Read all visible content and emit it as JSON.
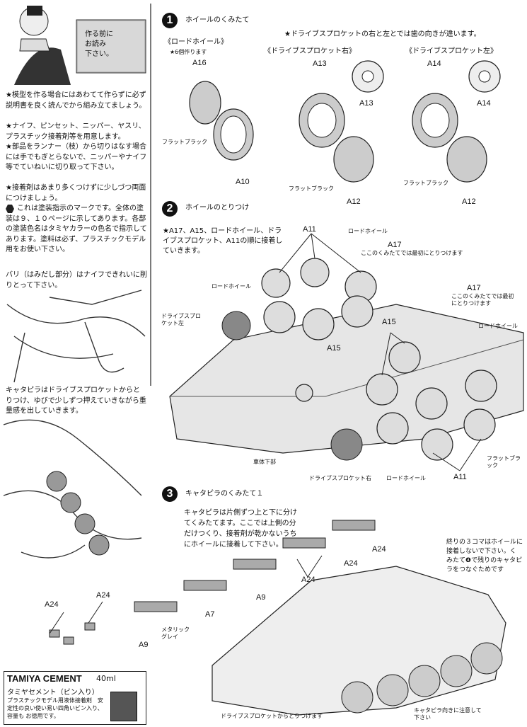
{
  "intro": {
    "sign_text": "作る前に\nお読み\n下さい。",
    "paragraphs": [
      "★模型を作る場合にはあわてて作らずに必ず説明書を良く読んでから組み立てましょう。",
      "★ナイフ、ピンセット、ニッパー、ヤスリ、プラスチック接着剤等を用意します。",
      "★部品をランナー（枝）から切りはなす場合には手でもぎとらないで、ニッパーやナイフ等でていねいに切り取って下さい。",
      "★接着剤はあまり多くつけずに少しづつ両面につけましょう。"
    ],
    "paint_note": "これは塗装指示のマークです。全体の塗装は９、１０ページに示してあります。各部の塗装色名はタミヤカラーの色名で指示してあります。塗料は必ず、プラスチックモデル用をお使い下さい。",
    "burr_note": "バリ（はみだし部分）はナイフできれいに削りとって下さい。",
    "track_note": "キャタピラはドライブスプロケットからとりつけ、ゆびで少しずつ押えていきながら重量感を出していきます。"
  },
  "cement": {
    "brand": "TAMIYA CEMENT",
    "size": "40ml",
    "name_jp": "タミヤセメント（ビン入り）",
    "description": "プラスチックモデル用液体接着剤　安定性の良い使い易い四角いビン入り、容量も お徳用です。"
  },
  "step1": {
    "number": "1",
    "title": "ホイールのくみたて",
    "note": "★ドライブスプロケットの右と左とでは歯の向きが違います。",
    "road_wheel_title": "《ロードホイール》",
    "road_wheel_sub": "★6個作ります",
    "sprocket_right": "《ドライブスプロケット右》",
    "sprocket_left": "《ドライブスプロケット左》",
    "parts": [
      "A16",
      "A10",
      "A13",
      "A13",
      "A12",
      "A14",
      "A14",
      "A12"
    ],
    "flat_black": "フラットブラック"
  },
  "step2": {
    "number": "2",
    "title": "ホイールのとりつけ",
    "instruction": "★A17、A15、ロードホイール、ドライブスプロケット、A11の順に接着していきます。",
    "parts": [
      "A11",
      "A17",
      "A15",
      "A15",
      "A17",
      "A11"
    ],
    "road_wheel": "ロードホイール",
    "a17_note1": "ここのくみたてでは最初にとりつけます",
    "a17_note2": "ここのくみたてでは最初にとりつけます",
    "sprocket_left": "ドライブスプロケット左",
    "sprocket_right": "ドライブスプロケット右",
    "hull_bottom": "車体下部",
    "flat_black": "フラットブラック"
  },
  "step3": {
    "number": "3",
    "title": "キャタピラのくみたて１",
    "instruction": "キャタピラは片側ずつ上と下に分けてくみたてます。ここでは上側の分だけつくり、接着剤が乾かないうちにホイールに接着して下さい。",
    "side_note": "終りの３コマはホイールに接着しないで下さい。くみたて❹で残りのキャタピラをつなぐためです",
    "parts": [
      "A24",
      "A24",
      "A24",
      "A9",
      "A7",
      "A24",
      "A24",
      "A9"
    ],
    "metallic_grey": "メタリックグレイ",
    "from_sprocket": "ドライブスプロケットからとりつけます",
    "track_direction": "キャタピラ向きに注意して下さい"
  }
}
